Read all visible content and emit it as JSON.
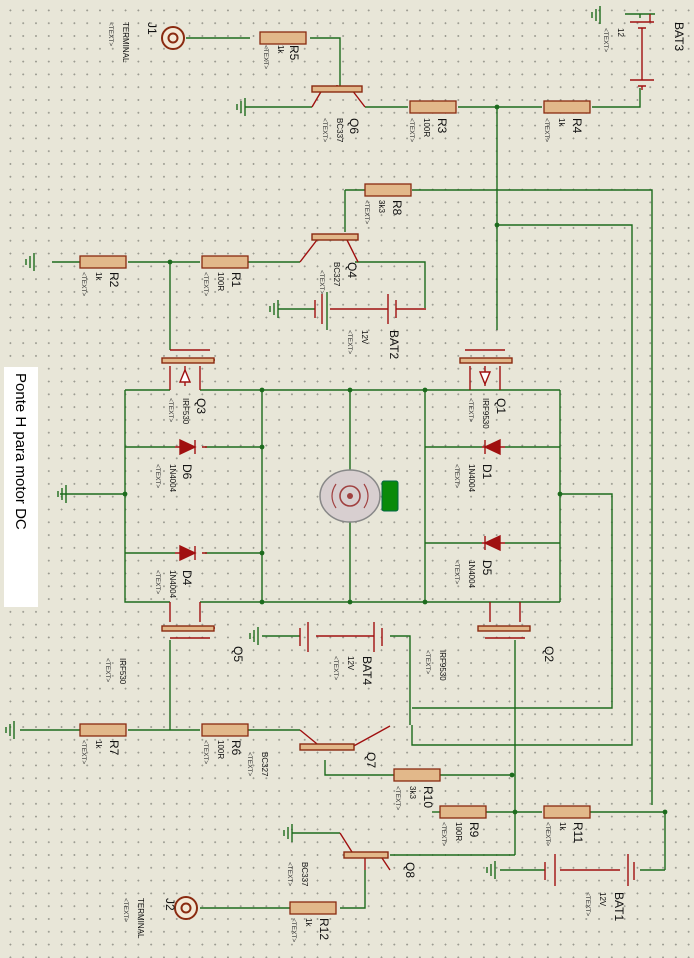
{
  "title": "Ponte H para motor DC",
  "text_placeholder": "<TEXT>",
  "colors": {
    "wire": "#1d6b1d",
    "pin": "#a01010",
    "body": "#e2b88a",
    "background": "#e8e6d8",
    "motor_tag": "#0a8a0a"
  },
  "terminals": [
    {
      "ref": "J1",
      "type": "TERMINAL"
    },
    {
      "ref": "J2",
      "type": "TERMINAL"
    }
  ],
  "resistors": [
    {
      "ref": "R1",
      "value": "100R"
    },
    {
      "ref": "R2",
      "value": "1k"
    },
    {
      "ref": "R3",
      "value": "100R"
    },
    {
      "ref": "R4",
      "value": "1k"
    },
    {
      "ref": "R5",
      "value": "1k"
    },
    {
      "ref": "R6",
      "value": "100R"
    },
    {
      "ref": "R7",
      "value": "1k"
    },
    {
      "ref": "R8",
      "value": "3k3"
    },
    {
      "ref": "R9",
      "value": "100R"
    },
    {
      "ref": "R10",
      "value": "3k3"
    },
    {
      "ref": "R11",
      "value": "1k"
    },
    {
      "ref": "R12",
      "value": "1k"
    }
  ],
  "transistors": [
    {
      "ref": "Q1",
      "part": "IRF9530"
    },
    {
      "ref": "Q2",
      "part": "IRF9530"
    },
    {
      "ref": "Q3",
      "part": "IRF530"
    },
    {
      "ref": "Q4",
      "part": "BC327"
    },
    {
      "ref": "Q5",
      "part": "IRF530"
    },
    {
      "ref": "Q6",
      "part": "BC337"
    },
    {
      "ref": "Q7",
      "part": "BC327"
    },
    {
      "ref": "Q8",
      "part": "BC337"
    }
  ],
  "diodes": [
    {
      "ref": "D1",
      "part": "1N4004"
    },
    {
      "ref": "D4",
      "part": "1N4004"
    },
    {
      "ref": "D5",
      "part": "1N4004"
    },
    {
      "ref": "D6",
      "part": "1N4004"
    }
  ],
  "batteries": [
    {
      "ref": "BAT1",
      "value": "12V"
    },
    {
      "ref": "BAT2",
      "value": "12V"
    },
    {
      "ref": "BAT3",
      "value": "12"
    },
    {
      "ref": "BAT4",
      "value": "12V"
    }
  ]
}
